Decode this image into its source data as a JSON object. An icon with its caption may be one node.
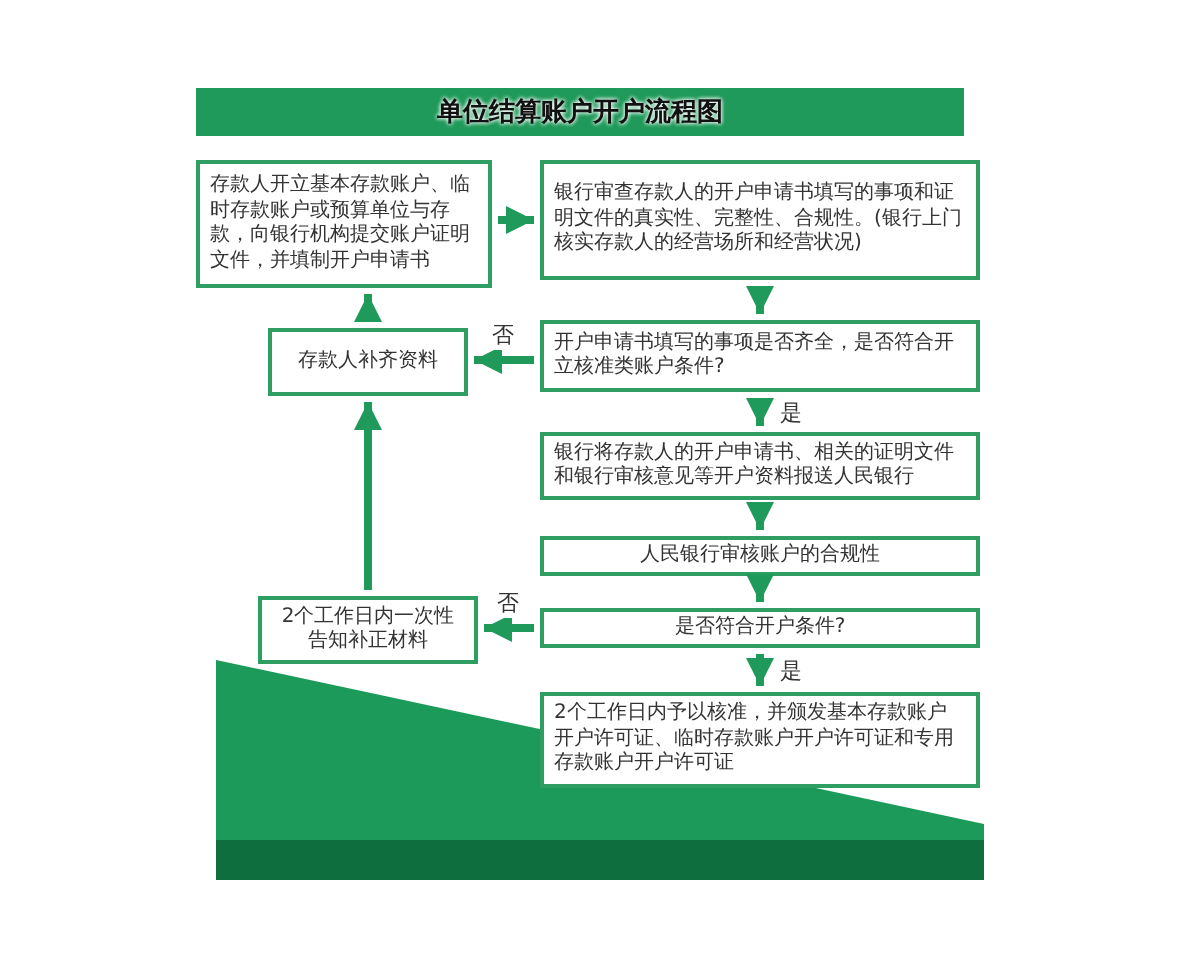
{
  "diagram": {
    "title": "单位结算账户开户流程图",
    "nodes": [
      {
        "text": [
          "存款人开立基本存款账户、临时存款账户或预算单位与存款，向银行机构提交账户证明文件，并填制开户申请书"
        ]
      },
      {
        "text": [
          "银行审查存款人的开户申请书填写的事项和证明文件的真实性、完整性、合规性。(银行上门核实存款人的经营场所和经营状况)"
        ]
      },
      {
        "text": [
          "开户申请书填写的事项是否齐全，是否符合开立核准类账户条件?"
        ]
      },
      {
        "text": [
          "存款人补齐资料"
        ]
      },
      {
        "text": [
          "银行将存款人的开户申请书、相关的证明文件和银行审核意见等开户资料报送人民银行"
        ]
      },
      {
        "text": [
          "人民银行审核账户的合规性"
        ]
      },
      {
        "text": [
          "2个工作日内一次性告知补正材料"
        ]
      },
      {
        "text": [
          "是否符合开户条件?"
        ]
      },
      {
        "text": [
          "2个工作日内予以核准，并颁发基本存款账户开户许可证、临时存款账户开户许可证和专用存款账户开户许可证"
        ]
      }
    ],
    "edges": [
      {
        "from": 0,
        "to": 1,
        "arrow": "to"
      },
      {
        "from": 1,
        "to": 2,
        "arrow": "to"
      },
      {
        "from": 2,
        "to": 3,
        "arrow": "to",
        "label": "否"
      },
      {
        "from": 3,
        "to": 0,
        "arrow": "to"
      },
      {
        "from": 2,
        "to": 4,
        "arrow": "to",
        "label": "是"
      },
      {
        "from": 4,
        "to": 5,
        "arrow": "to"
      },
      {
        "from": 5,
        "to": 7,
        "arrow": "to"
      },
      {
        "from": 7,
        "to": 6,
        "arrow": "to",
        "label": "否"
      },
      {
        "from": 6,
        "to": 3,
        "arrow": "to"
      },
      {
        "from": 7,
        "to": 8,
        "arrow": "to",
        "label": "是"
      }
    ]
  }
}
